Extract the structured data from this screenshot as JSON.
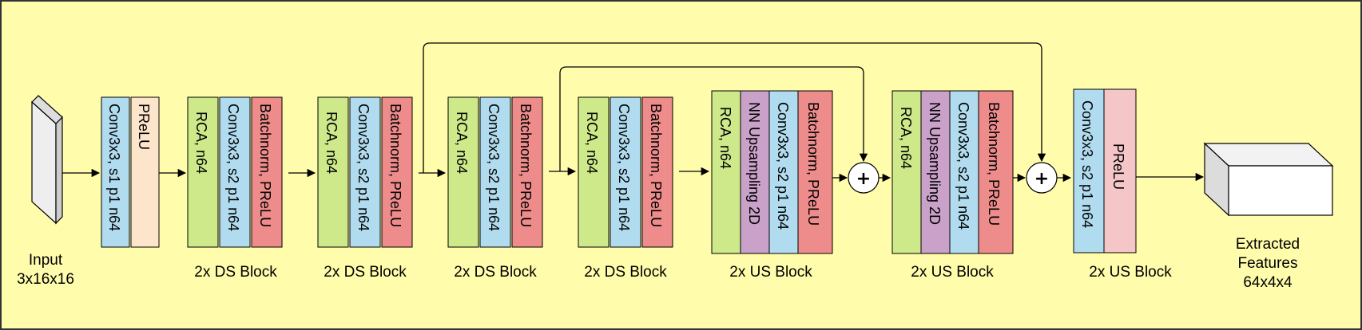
{
  "colors": {
    "background": "#fffcab",
    "frame": "#333333",
    "green": "#cde98a",
    "blue": "#b1dcef",
    "red": "#ee8c8c",
    "purple": "#c9a1c9",
    "peach": "#fde5cc",
    "pink": "#f5c6c8",
    "input_face": "#eeeeee",
    "input_side": "#cccccc"
  },
  "input": {
    "line1": "Input",
    "line2": "3x16x16"
  },
  "first_block": {
    "conv": "Conv3x3, s1 p1 n64",
    "act": "PReLU"
  },
  "ds_blocks": [
    {
      "rca": "RCA, n64",
      "conv": "Conv3x3, s2 p1 n64",
      "norm": "Batchnorm, PReLU",
      "caption": "2x DS Block"
    },
    {
      "rca": "RCA, n64",
      "conv": "Conv3x3, s2 p1 n64",
      "norm": "Batchnorm, PReLU",
      "caption": "2x DS Block"
    },
    {
      "rca": "RCA, n64",
      "conv": "Conv3x3, s2 p1 n64",
      "norm": "Batchnorm, PReLU",
      "caption": "2x DS Block"
    },
    {
      "rca": "RCA, n64",
      "conv": "Conv3x3, s2 p1 n64",
      "norm": "Batchnorm, PReLU",
      "caption": "2x DS Block"
    }
  ],
  "us_blocks": [
    {
      "rca": "RCA, n64",
      "up": "NN Upsampling 2D",
      "conv": "Conv3x3, s2 p1 n64",
      "norm": "Batchnorm, PReLU",
      "caption": "2x US Block"
    },
    {
      "rca": "RCA, n64",
      "up": "NN Upsampling 2D",
      "conv": "Conv3x3, s2 p1 n64",
      "norm": "Batchnorm, PReLU",
      "caption": "2x US Block"
    }
  ],
  "last_block": {
    "conv": "Conv3x3, s2 p1 n64",
    "act": "PReLU",
    "caption": "2x US Block"
  },
  "adders": [
    "+",
    "+"
  ],
  "output": {
    "line1": "Extracted",
    "line2": "Features",
    "line3": "64x4x4"
  }
}
